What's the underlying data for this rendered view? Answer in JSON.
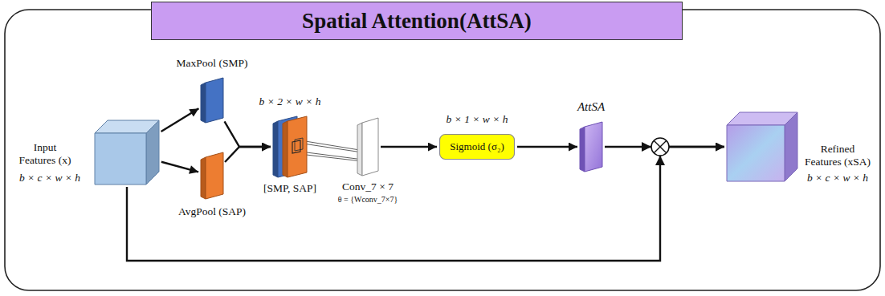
{
  "diagram": {
    "title": "Spatial Attention(AttSA)",
    "nodes": [
      {
        "text": [
          "Input Features (x)",
          "b × c × w × h"
        ]
      },
      {
        "text": [
          "MaxPool (SMP)"
        ]
      },
      {
        "text": [
          "AvgPool (SAP)"
        ]
      },
      {
        "text": [
          "b × 2 × w × h",
          "[SMP, SAP]"
        ]
      },
      {
        "text": [
          "Conv_7 × 7",
          "θ = {Wconv_7×7}"
        ]
      },
      {
        "text": [
          "b × 1 × w × h",
          "Sigmoid (σ₂)"
        ]
      },
      {
        "text": [
          "AttSA"
        ]
      },
      {
        "text": [
          "Refined Features (xSA)",
          "b × c × w × h"
        ]
      }
    ],
    "edges": [
      {
        "from": 0,
        "to": 1,
        "arrow": "to"
      },
      {
        "from": 0,
        "to": 2,
        "arrow": "to"
      },
      {
        "from": 1,
        "to": 3,
        "arrow": "to"
      },
      {
        "from": 2,
        "to": 3,
        "arrow": "to"
      },
      {
        "from": 4,
        "to": 5,
        "arrow": "to"
      },
      {
        "from": 5,
        "to": 6,
        "arrow": "to"
      },
      {
        "from": 6,
        "to": 7,
        "arrow": "to"
      },
      {
        "from": 0,
        "to": 7,
        "arrow": "to"
      }
    ]
  }
}
